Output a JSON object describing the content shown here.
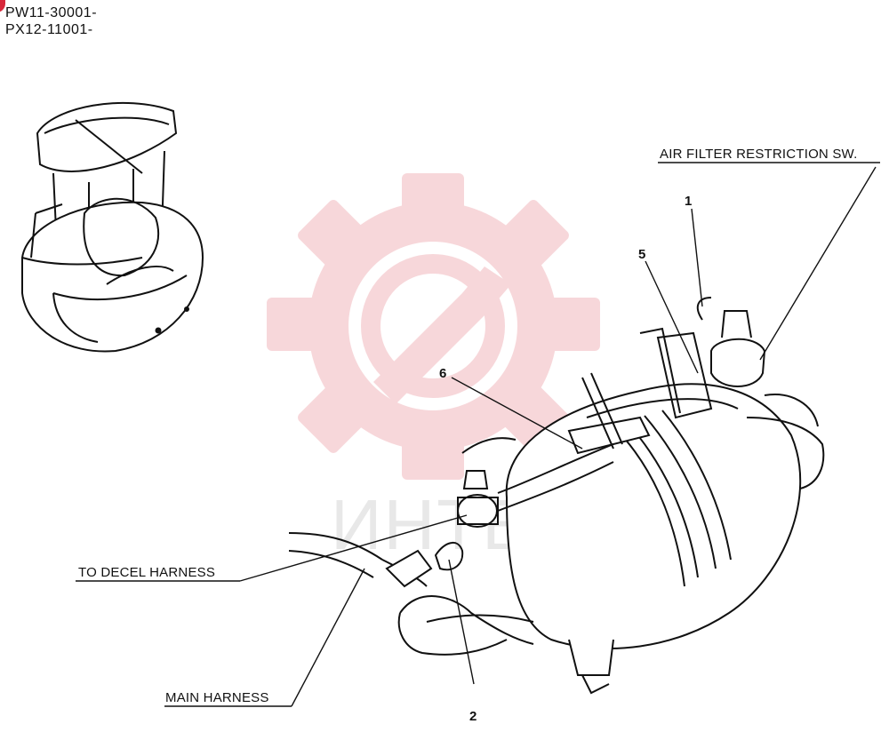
{
  "header": {
    "serial_1": "PW11-30001-",
    "serial_2": "PX12-11001-"
  },
  "labels": {
    "air_filter_switch": "AIR FILTER RESTRICTION SW.",
    "to_decel_harness": "TO DECEL HARNESS",
    "main_harness": "MAIN HARNESS"
  },
  "callouts": {
    "c1": "1",
    "c2": "2",
    "c5": "5",
    "c6": "6"
  },
  "watermark": {
    "text": "ИНТЕХ",
    "color": "#f2b8bd"
  }
}
